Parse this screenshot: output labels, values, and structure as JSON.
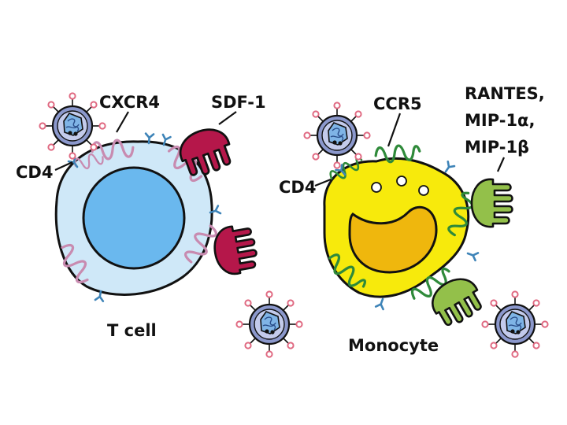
{
  "labels": {
    "cxcr4": "CXCR4",
    "sdf1": "SDF-1",
    "cd4_left": "CD4",
    "tcell": "T cell",
    "ccr5": "CCR5",
    "chemokines": [
      "RANTES,",
      "MIP-1α,",
      "MIP-1β"
    ],
    "cd4_right": "CD4",
    "monocyte": "Monocyte"
  },
  "colors": {
    "tcell_cytoplasm": "#cfe8f8",
    "tcell_nucleus": "#6ab8ee",
    "monocyte_cytoplasm": "#f7ea0c",
    "monocyte_nucleus": "#efb70d",
    "cxcr4_receptor": "#c88bb0",
    "sdf1_ligand": "#b5174a",
    "ccr5_receptor": "#2f8a3a",
    "chemokine_ligand": "#93c04a",
    "cd4_receptor": "#3e84b8",
    "virus_body": "#8b98cc",
    "virus_spike_tip": "#e06a82"
  },
  "icons": [
    "virus-icon",
    "cxcr4-receptor-icon",
    "ccr5-receptor-icon",
    "sdf1-ligand-icon",
    "chemokine-ligand-icon",
    "cd4-receptor-icon"
  ]
}
